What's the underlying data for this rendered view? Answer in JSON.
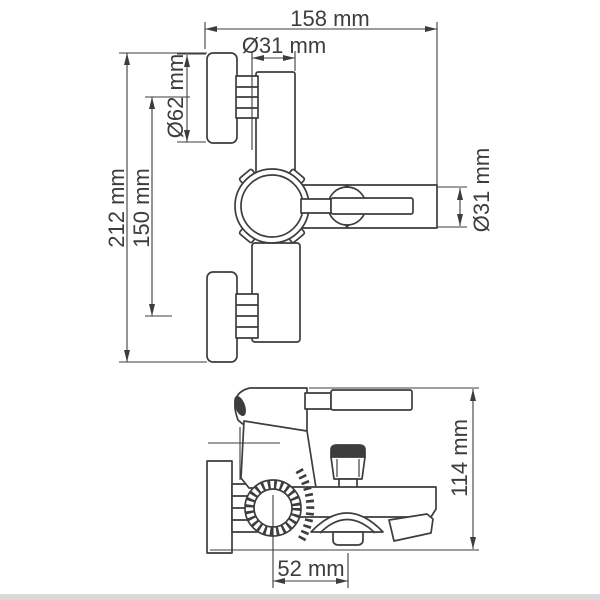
{
  "drawing_labels": {
    "top_view": {
      "total_width": "158 mm",
      "body_diameter": "Ø31 mm",
      "flange_diameter": "Ø62 mm",
      "total_height": "212 mm",
      "connection_centers": "150 mm",
      "spout_diameter": "Ø31 mm"
    },
    "front_view": {
      "total_height": "114 mm",
      "wall_to_outlet": "52 mm"
    }
  },
  "colors": {
    "line": "#3d3d3d",
    "background": "#ffffff",
    "footer_strip": "#d9d9d9"
  }
}
